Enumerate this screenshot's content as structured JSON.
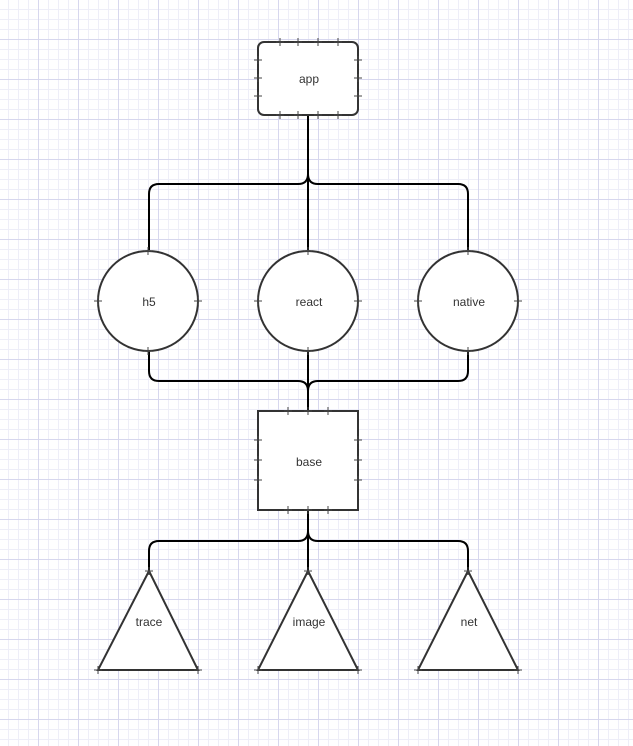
{
  "diagram": {
    "nodes": [
      {
        "id": "app",
        "label": "app",
        "shape": "rounded-rect"
      },
      {
        "id": "h5",
        "label": "h5",
        "shape": "circle"
      },
      {
        "id": "react",
        "label": "react",
        "shape": "circle"
      },
      {
        "id": "native",
        "label": "native",
        "shape": "circle"
      },
      {
        "id": "base",
        "label": "base",
        "shape": "rect"
      },
      {
        "id": "trace",
        "label": "trace",
        "shape": "triangle"
      },
      {
        "id": "image",
        "label": "image",
        "shape": "triangle"
      },
      {
        "id": "net",
        "label": "net",
        "shape": "triangle"
      }
    ],
    "edges": [
      {
        "from": "app",
        "to": "h5"
      },
      {
        "from": "app",
        "to": "react"
      },
      {
        "from": "app",
        "to": "native"
      },
      {
        "from": "h5",
        "to": "base"
      },
      {
        "from": "react",
        "to": "base"
      },
      {
        "from": "native",
        "to": "base"
      },
      {
        "from": "base",
        "to": "trace"
      },
      {
        "from": "base",
        "to": "image"
      },
      {
        "from": "base",
        "to": "net"
      }
    ],
    "colors": {
      "stroke": "#333333",
      "edge": "#000000",
      "fill": "#ffffff",
      "grid": "#d7d7ee"
    }
  }
}
